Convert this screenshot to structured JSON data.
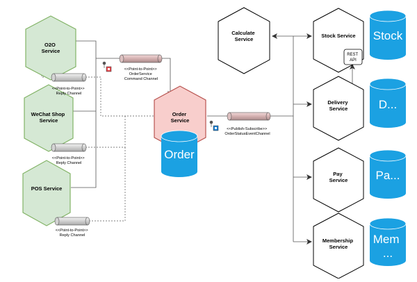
{
  "services_left": [
    {
      "name_lines": [
        "O2O",
        "Service"
      ]
    },
    {
      "name_lines": [
        "WeChat Shop",
        "Service"
      ]
    },
    {
      "name_lines": [
        "POS Service"
      ]
    }
  ],
  "order_service": {
    "name_lines": [
      "Order",
      "Service"
    ],
    "db_label": "Order"
  },
  "services_right": [
    {
      "name_lines": [
        "Calculate",
        "Service"
      ]
    },
    {
      "name_lines": [
        "Stock Service"
      ],
      "db_label": "Stock",
      "api_lines": [
        "REST",
        "API"
      ]
    },
    {
      "name_lines": [
        "Delivery",
        "Service"
      ],
      "db_label": "D..."
    },
    {
      "name_lines": [
        "Pay",
        "Service"
      ],
      "db_label": "Pa..."
    },
    {
      "name_lines": [
        "Membership",
        "Service"
      ],
      "db_label_lines": [
        "Mem",
        "..."
      ]
    }
  ],
  "channels": [
    {
      "lines": [
        "<<Point-to-Point>>",
        "Reply Channel"
      ]
    },
    {
      "lines": [
        "<<Point-to-Point>>",
        "Reply Channel"
      ]
    },
    {
      "lines": [
        "<<Point-to-Point>>",
        "Reply Channel"
      ]
    },
    {
      "lines": [
        "<<Point-to-Point>>",
        "OrderService",
        "Command Channel"
      ]
    },
    {
      "lines": [
        "<<Publish-Subscribe>>",
        "OrderStatusEventChannel"
      ]
    }
  ],
  "colors": {
    "hex_green_fill": "#d5e8d4",
    "hex_green_stroke": "#82b366",
    "hex_red_fill": "#f8cecc",
    "hex_red_stroke": "#b85450",
    "db_blue": "#1ba1e2",
    "pipe_fill": "#d3d3d3",
    "channel_red": "#e8474c",
    "channel_blue": "#1b7fd2"
  }
}
